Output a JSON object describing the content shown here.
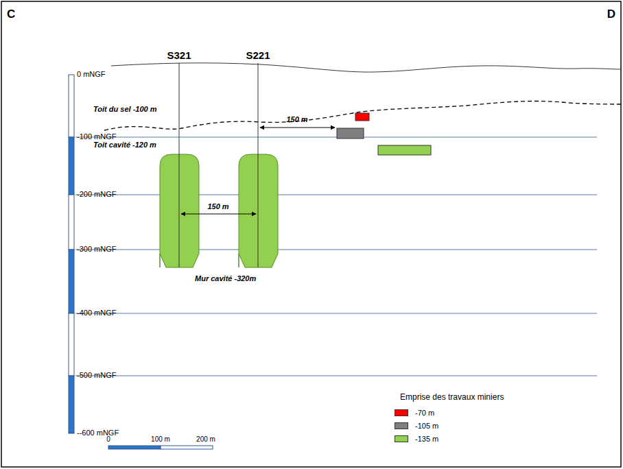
{
  "diagram": {
    "labels": [
      "C",
      "D",
      "S321",
      "S221",
      "0 mNGF",
      "-100 mNGF",
      "-200 mNGF",
      "-300 mNGF",
      "-400 mNGF",
      "-500 mNGF",
      "--600 mNGF",
      "Toit du sel -100 m",
      "150 m",
      "Toit cavité -120 m",
      "150 m",
      "Mur cavité -320m",
      "0",
      "100 m",
      "200 m",
      "Emprise des travaux miniers"
    ],
    "legend": [
      {
        "text": "-70 m",
        "color": "#ff0000"
      },
      {
        "text": "-105 m",
        "color": "#7f7f7f"
      },
      {
        "text": "-135 m",
        "color": "#92d050"
      }
    ]
  }
}
